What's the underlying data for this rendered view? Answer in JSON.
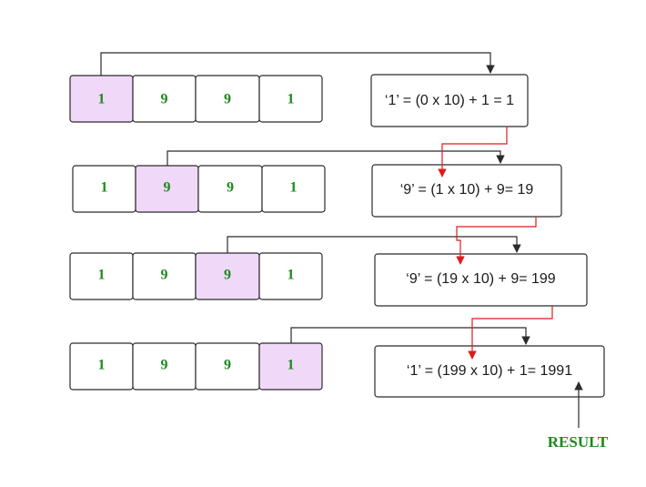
{
  "colors": {
    "digit_text": "#1b8a1b",
    "highlight_fill": "#f0d8f8",
    "normal_fill": "#ffffff",
    "carry_arrow": "#e01a1a",
    "connector": "#2b2b2b",
    "result_text": "#1b8a1b"
  },
  "rows": [
    {
      "digits": [
        "1",
        "9",
        "9",
        "1"
      ],
      "highlight_index": 0,
      "expression": "‘1’ = (0 x 10) + 1 = 1"
    },
    {
      "digits": [
        "1",
        "9",
        "9",
        "1"
      ],
      "highlight_index": 1,
      "expression": "‘9’ = (1 x 10) + 9= 19"
    },
    {
      "digits": [
        "1",
        "9",
        "9",
        "1"
      ],
      "highlight_index": 2,
      "expression": "‘9’ = (19 x 10) + 9= 199"
    },
    {
      "digits": [
        "1",
        "9",
        "9",
        "1"
      ],
      "highlight_index": 3,
      "expression": "‘1’ = (199 x 10) + 1= 1991"
    }
  ],
  "result_label": "RESULT"
}
